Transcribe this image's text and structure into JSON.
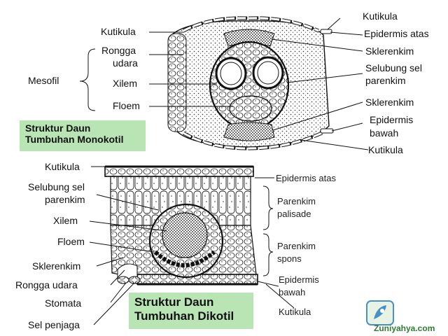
{
  "monocot": {
    "title_line1": "Struktur Daun",
    "title_line2": "Tumbuhan Monokotil",
    "labels": {
      "kutikula_left": "Kutikula",
      "rongga_line1": "Rongga",
      "rongga_line2": "udara",
      "mesofil": "Mesofil",
      "xilem": "Xilem",
      "floem": "Floem",
      "kutikula_top_right": "Kutikula",
      "epidermis_atas": "Epidermis atas",
      "sklerenkim_upper": "Sklerenkim",
      "selubung_line1": "Selubung sel",
      "selubung_line2": "parenkim",
      "sklerenkim_lower": "Sklerenkim",
      "epidermis_bawah_line1": "Epidermis",
      "epidermis_bawah_line2": "bawah",
      "kutikula_bottom_right": "Kutikula"
    }
  },
  "dicot": {
    "title_line1": "Struktur Daun",
    "title_line2": "Tumbuhan Dikotil",
    "labels": {
      "kutikula": "Kutikula",
      "selubung_line1": "Selubung sel",
      "selubung_line2": "parenkim",
      "xilem": "Xilem",
      "floem": "Floem",
      "sklerenkim": "Sklerenkim",
      "rongga_udara": "Rongga udara",
      "stomata": "Stomata",
      "sel_penjaga": "Sel penjaga",
      "epidermis_atas": "Epidermis atas",
      "palisade_line1": "Parenkim",
      "palisade_line2": "palisade",
      "spons_line1": "Parenkim",
      "spons_line2": "spons",
      "epidermis_bawah_line1": "Epidermis",
      "epidermis_bawah_line2": "bawah",
      "kutikula_right": "Kutikula"
    }
  },
  "watermark": {
    "text": "Zuniyahya.com",
    "icon": "rocket-logo-icon"
  },
  "colors": {
    "title_bg": "#b9e4b4",
    "logo_green": "#2e7d32",
    "logo_blue": "#4a90c8"
  }
}
